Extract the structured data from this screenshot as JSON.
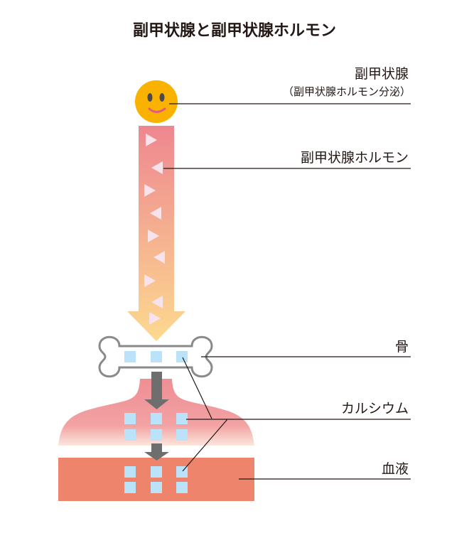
{
  "title": "副甲状腺と副甲状腺ホルモン",
  "labels": {
    "gland": "副甲状腺",
    "gland_sub": "（副甲状腺ホルモン分泌）",
    "hormone": "副甲状腺ホルモン",
    "bone": "骨",
    "calcium": "カルシウム",
    "blood": "血液"
  },
  "colors": {
    "face": "#F9B200",
    "arrow_top": "#EE8790",
    "arrow_bottom": "#FCD98F",
    "calcium": "#BAE3F9",
    "blood": "#EE846C",
    "tissue": "#F0939A",
    "bone_outline": "#8A8A8A",
    "flow_arrow": "#6E6E6E"
  }
}
